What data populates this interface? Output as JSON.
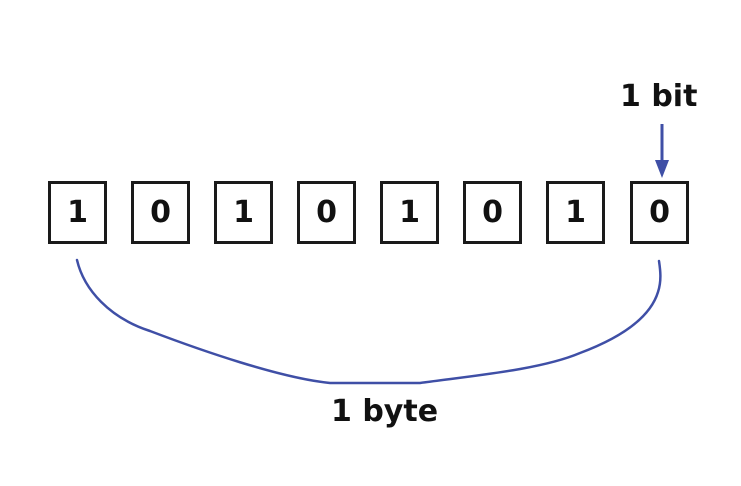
{
  "bits": [
    "1",
    "0",
    "1",
    "0",
    "1",
    "0",
    "1",
    "0"
  ],
  "labels": {
    "bit": "1 bit",
    "byte": "1 byte"
  },
  "colors": {
    "accent": "#3f4fa6",
    "box_border": "#1a1a1a",
    "text": "#111111"
  }
}
